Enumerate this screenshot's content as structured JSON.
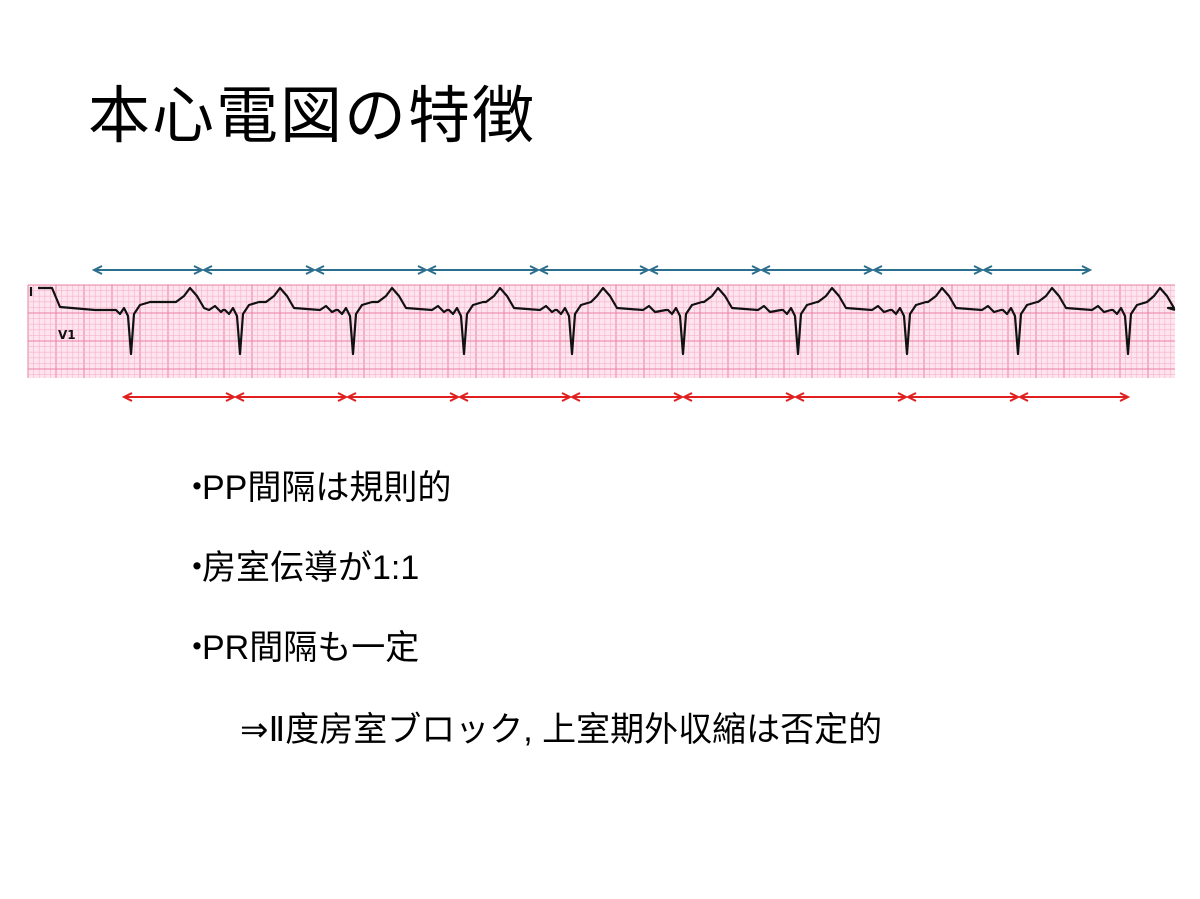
{
  "slide": {
    "title": "本心電図の特徴",
    "lead_label": "V1",
    "colors": {
      "p_arrows": "#2c6e8e",
      "r_arrows": "#e02020",
      "grid_minor": "#f6b3c8",
      "grid_major": "#e97fa2",
      "paper": "#fde4ee",
      "trace": "#111111"
    },
    "bullets": [
      {
        "marker": "・",
        "text": "PP間隔は規則的"
      },
      {
        "marker": "・",
        "text": "房室伝導が1:1"
      },
      {
        "marker": "・",
        "text": "PR間隔も一定"
      }
    ],
    "conclusion": "⇒Ⅱ度房室ブロック, 上室期外収縮は否定的"
  }
}
